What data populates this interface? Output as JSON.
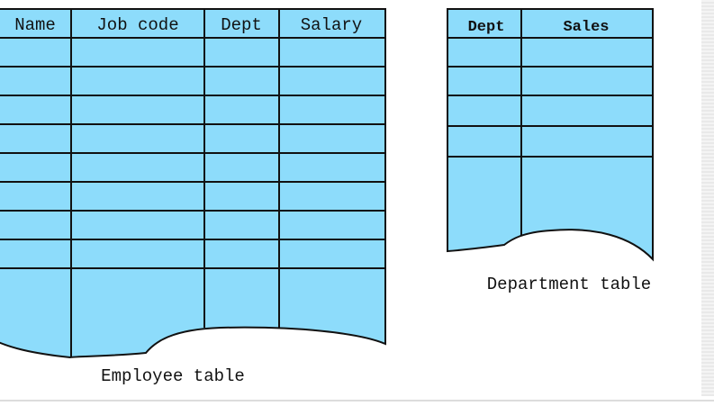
{
  "employee_table": {
    "headers": [
      "Name",
      "Job code",
      "Dept",
      "Salary"
    ],
    "caption": "Employee table"
  },
  "department_table": {
    "headers": [
      "Dept",
      "Sales"
    ],
    "caption": "Department table"
  },
  "colors": {
    "cell_fill": "#8ddcfb",
    "line": "#111111",
    "background": "#ffffff"
  }
}
